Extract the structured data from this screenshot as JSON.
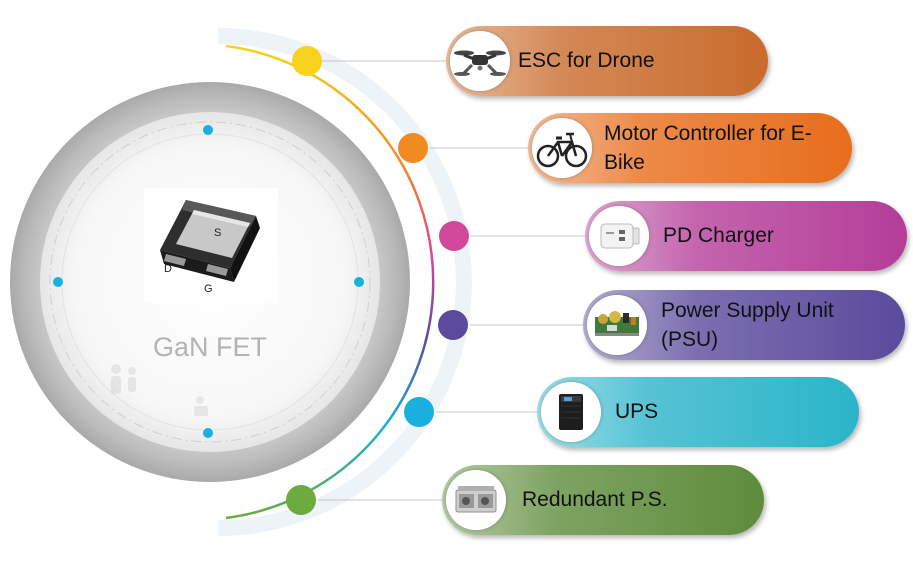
{
  "center": {
    "title": "GaN FET",
    "pins": {
      "source": "S",
      "drain": "D",
      "gate": "G"
    }
  },
  "applications": [
    {
      "label": "ESC for Drone",
      "icon": "drone-icon",
      "dot_color": "#f7d31f",
      "pill_color": "#c96b2c"
    },
    {
      "label": "Motor Controller for E-Bike",
      "icon": "ebike-icon",
      "dot_color": "#f28a22",
      "pill_color": "#e76d1c"
    },
    {
      "label": "PD Charger",
      "icon": "charger-icon",
      "dot_color": "#d1489a",
      "pill_color": "#b43d98"
    },
    {
      "label": "Power Supply Unit (PSU)",
      "icon": "psu-icon",
      "dot_color": "#5c4a9e",
      "pill_color": "#5a4b9c"
    },
    {
      "label": "UPS",
      "icon": "ups-icon",
      "dot_color": "#19b0df",
      "pill_color": "#2ab4c9"
    },
    {
      "label": "Redundant P.S.",
      "icon": "redundant-ps-icon",
      "dot_color": "#6daa3f",
      "pill_color": "#5e8c3b"
    }
  ]
}
